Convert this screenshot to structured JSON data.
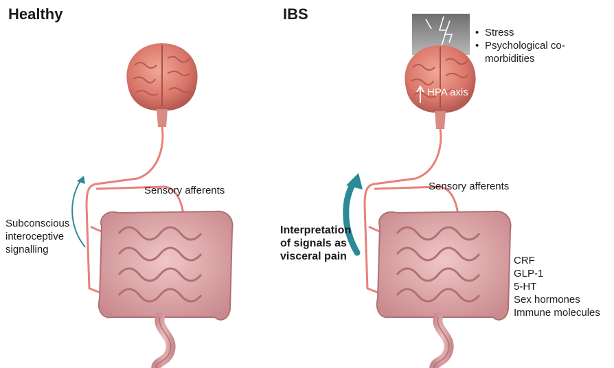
{
  "healthy": {
    "heading": "Healthy",
    "sensory_label": "Sensory afferents",
    "signalling_label": [
      "Subconscious",
      "interoceptive",
      "signalling"
    ]
  },
  "ibs": {
    "heading": "IBS",
    "sensory_label": "Sensory afferents",
    "stress_factors": [
      "Stress",
      "Psychological co-morbidities"
    ],
    "hpa_label": "HPA axis",
    "interpretation_label": [
      "Interpretation",
      "of signals as",
      "visceral pain"
    ],
    "gut_factors": [
      "CRF",
      "GLP-1",
      "5-HT",
      "Sex hormones",
      "Immune molecules"
    ]
  },
  "colors": {
    "nerve": "#e8807a",
    "brain": "#d97a6e",
    "intestine": "#d9a0a4",
    "arrow": "#2b8a96",
    "lightning_box": "#8a8a8a"
  }
}
